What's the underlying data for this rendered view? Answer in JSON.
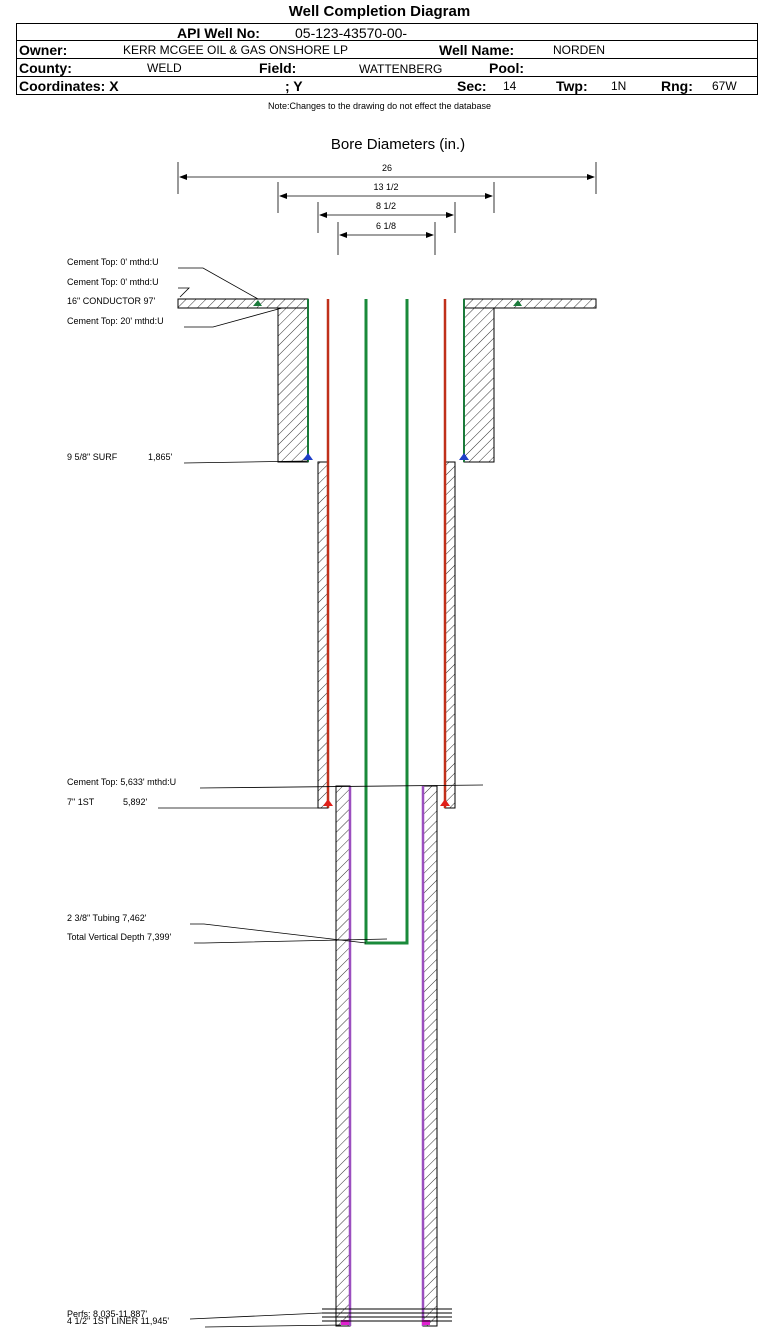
{
  "header": {
    "title": "Well Completion Diagram",
    "api_label": "API Well No:",
    "api_value": "05-123-43570-00-",
    "owner_label": "Owner:",
    "owner_value": "KERR MCGEE OIL & GAS ONSHORE LP",
    "well_name_label": "Well Name:",
    "well_name_value": "NORDEN",
    "county_label": "County:",
    "county_value": "WELD",
    "field_label": "Field:",
    "field_value": "WATTENBERG",
    "pool_label": "Pool:",
    "pool_value": "",
    "coord_label": "Coordinates: X",
    "coord_y_label": "; Y",
    "sec_label": "Sec:",
    "sec_value": "14",
    "twp_label": "Twp:",
    "twp_value": "1N",
    "rng_label": "Rng:",
    "rng_value": "67W",
    "note": "Note:Changes to the drawing do not effect the database"
  },
  "diagram": {
    "bore_title": "Bore Diameters (in.)",
    "bore_diameters": [
      "26",
      "13 1/2",
      "8 1/2",
      "6 1/8"
    ],
    "labels": {
      "cement_top_1": "Cement Top: 0' mthd:U",
      "cement_top_2": "Cement Top: 0' mthd:U",
      "conductor": "16\" CONDUCTOR  97'",
      "cement_top_3": "Cement Top: 20' mthd:U",
      "surf_name": "9 5/8\" SURF",
      "surf_depth": "1,865'",
      "cement_top_4": "Cement Top: 5,633' mthd:U",
      "first_name": "7\" 1ST",
      "first_depth": "5,892'",
      "tubing": "2 3/8\" Tubing 7,462'",
      "tvd": "Total Vertical Depth 7,399'",
      "perfs": "Perfs: 8,035-11,887'",
      "liner": "4 1/2\" 1ST LINER  11,945'"
    },
    "colors": {
      "conductor_casing": "#1a7a3a",
      "surface_casing": "#1a7a3a",
      "first_casing": "#c0301a",
      "liner": "#9b4fbf",
      "tubing": "#1a8a3a",
      "shoe_surface": "#1f3fc8",
      "shoe_first": "#e0201a",
      "shoe_liner": "#e020d0"
    }
  }
}
